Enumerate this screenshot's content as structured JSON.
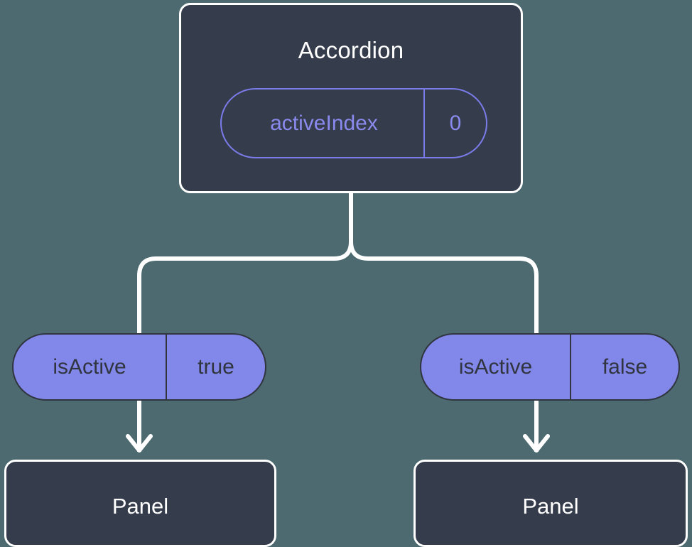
{
  "theme": {
    "background": "#4c6a70",
    "node_fill": "#353c4b",
    "node_border": "#ffffff",
    "node_text": "#ffffff",
    "prop_outline": "#7b7bea",
    "prop_text": "#8a8aee",
    "pill_fill": "#8287ea",
    "pill_border": "#30353f",
    "pill_text": "#30353f",
    "connector": "#ffffff"
  },
  "diagram": {
    "type": "component-state-tree",
    "root": {
      "name": "accordion-node",
      "title": "Accordion",
      "prop": {
        "key": "activeIndex",
        "value": "0"
      }
    },
    "branches": [
      {
        "name": "left-branch",
        "pill": {
          "key": "isActive",
          "value": "true"
        },
        "child": {
          "title": "Panel"
        }
      },
      {
        "name": "right-branch",
        "pill": {
          "key": "isActive",
          "value": "false"
        },
        "child": {
          "title": "Panel"
        }
      }
    ]
  }
}
